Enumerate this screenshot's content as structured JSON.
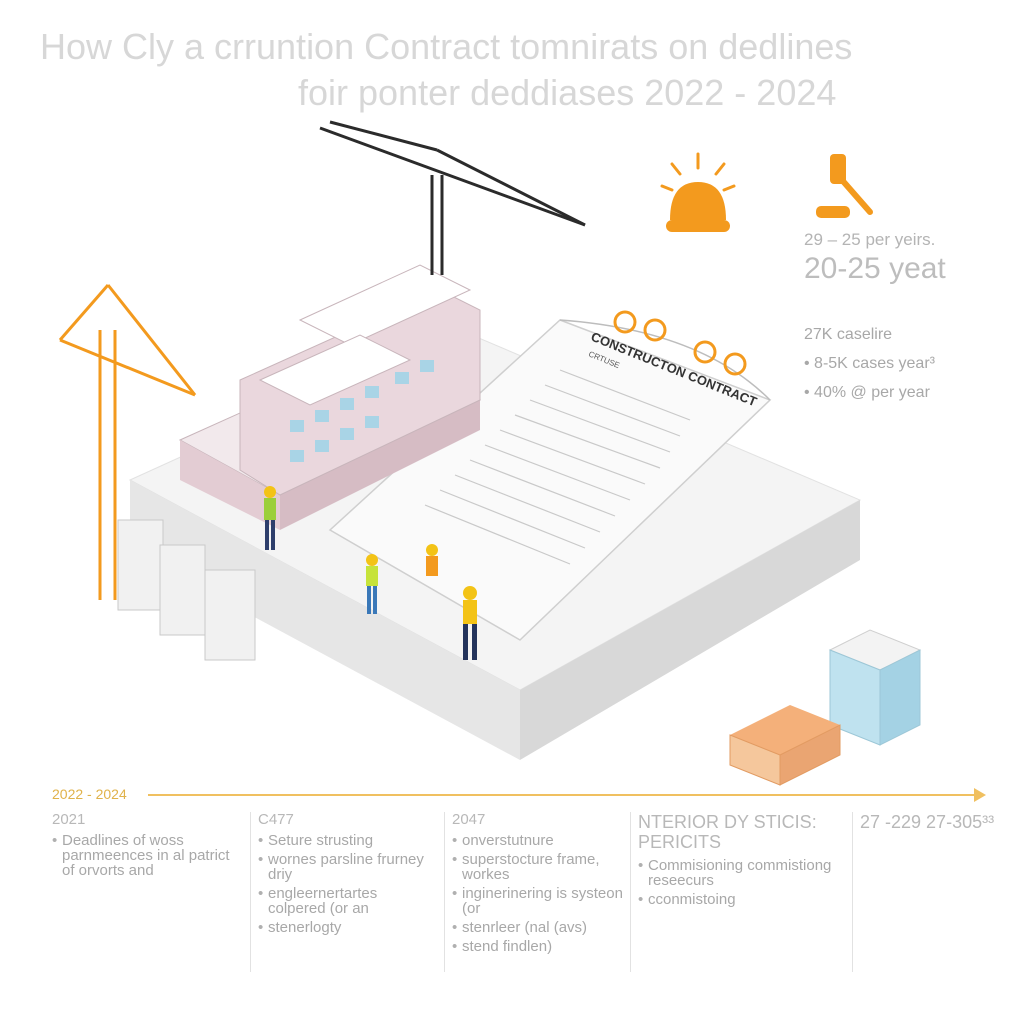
{
  "title": {
    "line1": "How Cly a crruntion Contract tomnirats on dedlines",
    "line2": "foir ponter deddiases 2022 - 2024"
  },
  "illustration": {
    "contract_title": "CONSTRUCTON CONTRACT",
    "contract_subtitle": "CRTUSE"
  },
  "stats": {
    "years_small": "29 – 25 per yeirs.",
    "years_big": "20-25 yeat",
    "cases_head": "27K caselire",
    "cases_items": [
      "8-5K cases year³",
      "40% @ per year"
    ]
  },
  "timeline": {
    "range_label": "2022 - 2024",
    "columns": [
      {
        "heading": "2021",
        "items": [
          "Deadlines of woss parnmeences in al patrict of orvorts and"
        ]
      },
      {
        "heading": "C477",
        "items": [
          "Seture strusting",
          "wornes parsline frurney driy",
          "engleernertartes colpered (or an",
          "stenerlogty"
        ]
      },
      {
        "heading": "2047",
        "items": [
          "onverstutnure",
          "superstocture frame, workes",
          "inginerinering is systeon (or",
          "stenrleer (nal (avs)",
          "stend findlen)"
        ]
      },
      {
        "heading": "NTERIOR DY STICIS: PERICITS",
        "items": [
          "Commisioning commistiong reseecurs",
          "cconmistoing"
        ]
      },
      {
        "heading": "27 -229 27-305³³",
        "items": []
      }
    ]
  },
  "colors": {
    "accent_orange": "#f39a1e",
    "timeline_yellow": "#f0c060",
    "crane_dark": "#2b2b2b",
    "building_pink": "#e9d3d8",
    "window_blue": "#a9d4e6"
  },
  "icons": [
    "alarm-light-icon",
    "gavel-icon"
  ]
}
